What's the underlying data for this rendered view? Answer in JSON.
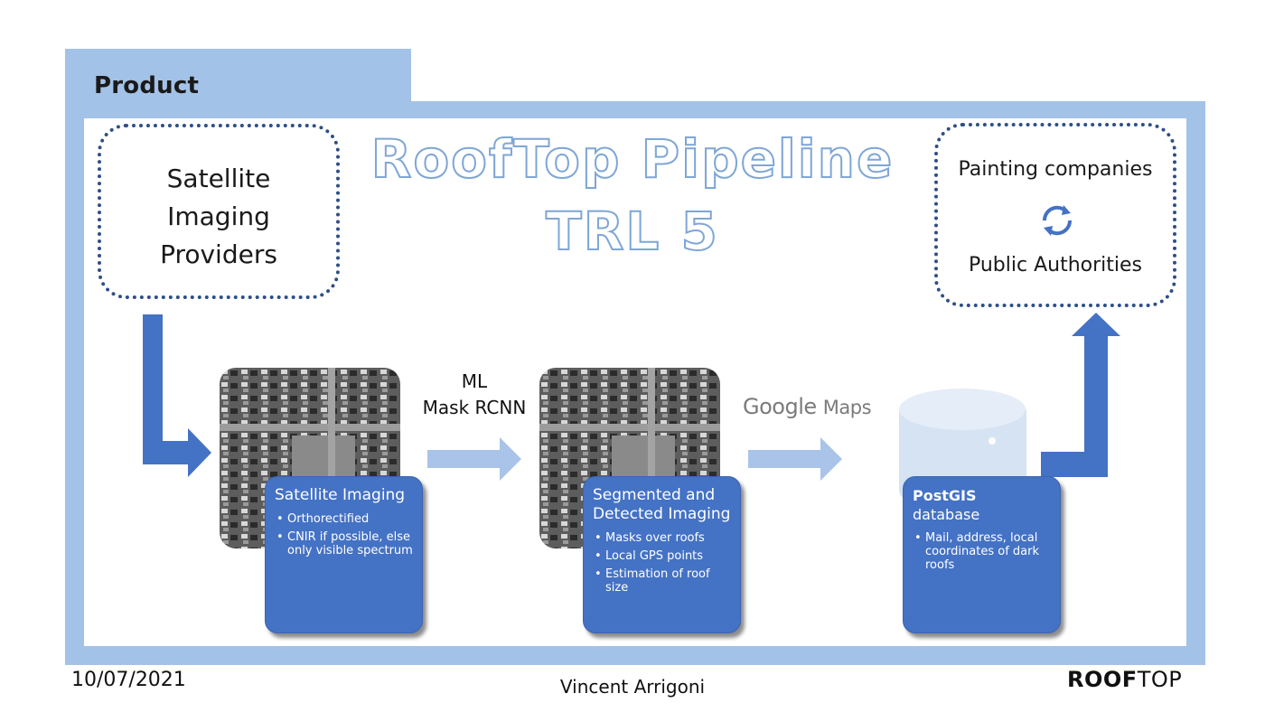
{
  "tab": {
    "title": "Product"
  },
  "headline": {
    "line1": "RoofTop Pipeline",
    "line2": "TRL 5"
  },
  "source_box": {
    "label": "Satellite\nImaging\nProviders"
  },
  "clients_box": {
    "line1": "Painting companies",
    "line2": "Public Authorities",
    "icon": "sync-icon"
  },
  "steps": [
    {
      "title": "Satellite Imaging",
      "bullets": [
        "Orthorectified",
        "CNIR if possible, else only visible spectrum"
      ]
    },
    {
      "title": "Segmented and Detected Imaging",
      "bullets": [
        "Masks over roofs",
        "Local GPS points",
        "Estimation of roof size"
      ]
    },
    {
      "title_bold": "PostGIS",
      "title": "database",
      "bullets": [
        "Mail, address, local coordinates of dark roofs"
      ]
    }
  ],
  "ml_label": {
    "line1": "ML",
    "line2": "Mask RCNN"
  },
  "gmaps_label": {
    "google": "Google",
    "maps": "Maps"
  },
  "footer": {
    "date": "10/07/2021",
    "author": "Vincent Arrigoni",
    "brand_bold": "ROOF",
    "brand_light": "TOP"
  },
  "colors": {
    "frame": "#a3c2e7",
    "card": "#4472c4",
    "arrow_dark": "#4472c4",
    "arrow_light": "#a9c4e8",
    "dotted_border": "#2e4f86"
  }
}
